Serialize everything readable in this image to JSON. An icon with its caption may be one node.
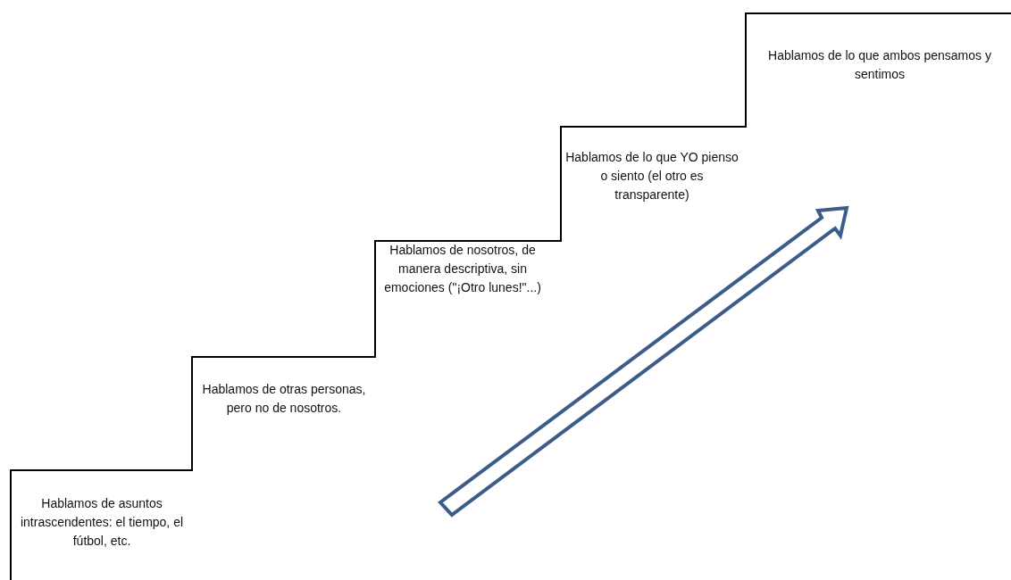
{
  "diagram": {
    "labels": [
      "Hablamos de lo que ambos pensamos y sentimos",
      "Hablamos de lo que YO pienso o siento (el otro es transparente)",
      "Hablamos de nosotros, de manera descriptiva, sin emociones (\"¡Otro lunes!\"...)",
      "Hablamos de otras personas, pero no de nosotros.",
      "Hablamos de asuntos intrascendentes: el tiempo, el fútbol, etc."
    ]
  }
}
